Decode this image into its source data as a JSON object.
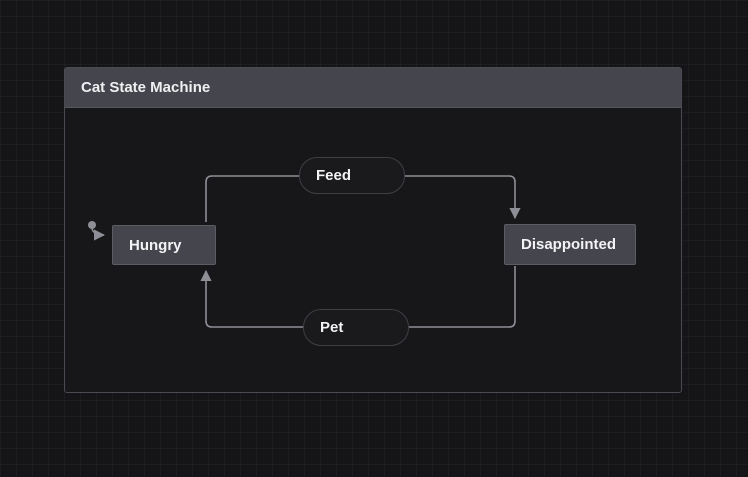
{
  "machine": {
    "title": "Cat State Machine"
  },
  "states": {
    "hungry": "Hungry",
    "disappointed": "Disappointed"
  },
  "events": {
    "feed": "Feed",
    "pet": "Pet"
  },
  "colors": {
    "canvas": "#151517",
    "state_fill": "#45454d",
    "edge": "#8e8e96",
    "text": "#f2f2f4"
  }
}
